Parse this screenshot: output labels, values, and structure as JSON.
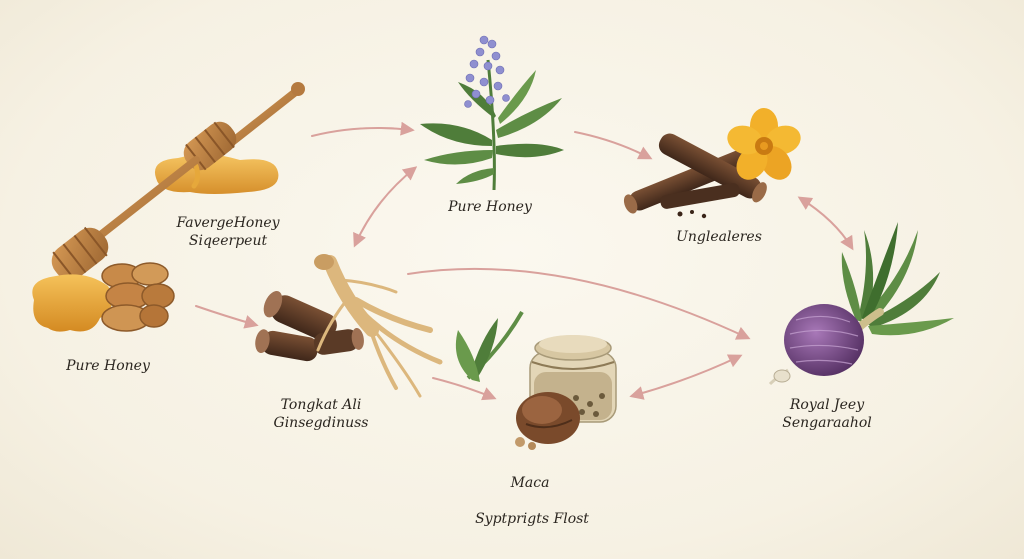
{
  "nodes": [
    {
      "id": "pure-honey-left",
      "lines": [
        "Pure Honey"
      ]
    },
    {
      "id": "honey-dipper-label",
      "lines": [
        "FavergeHoney",
        "Siqeerpeut"
      ]
    },
    {
      "id": "pure-honey-top",
      "lines": [
        "Pure Honey"
      ]
    },
    {
      "id": "unglealeres",
      "lines": [
        "Unglealeres"
      ]
    },
    {
      "id": "tongkat-ali",
      "lines": [
        "Tongkat  Ali",
        "Ginsegdinuss"
      ]
    },
    {
      "id": "royal-jeey",
      "lines": [
        "Royal Jeey",
        "Sengaraahol"
      ]
    },
    {
      "id": "maca",
      "lines": [
        "Maca"
      ]
    }
  ],
  "footer": "Syptprigts Flost",
  "colors": {
    "background": "#f6f2e6",
    "arrow": "#d9a19c",
    "honey": "#e2a33c",
    "wood": "#a9733e",
    "bark": "#5a3a26",
    "leaf": "#4f7d3a",
    "lavender": "#8f8fd0",
    "flower": "#f2b02a",
    "root": "#dcb77d",
    "purple-root": "#6b3f7a"
  }
}
